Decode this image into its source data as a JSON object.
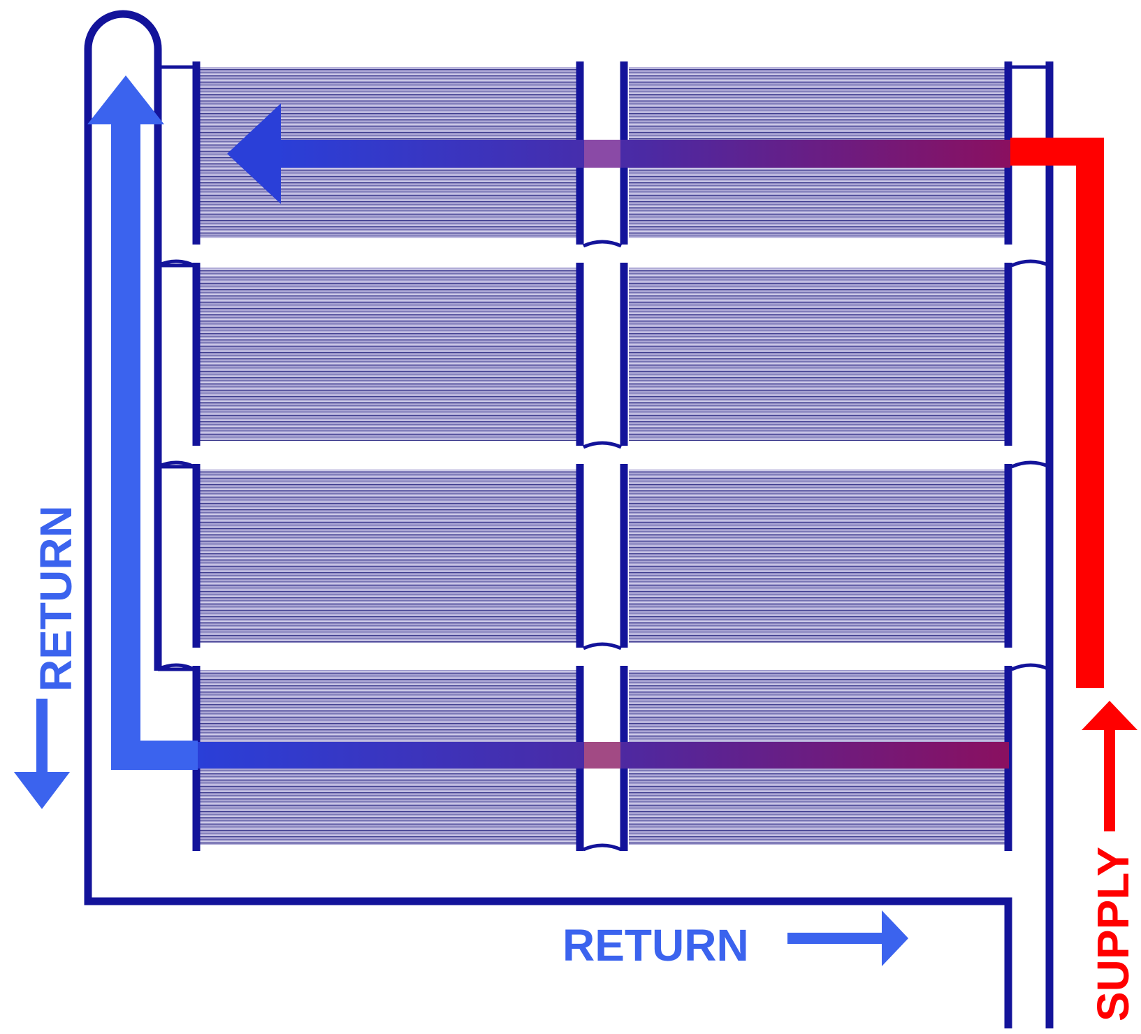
{
  "labels": {
    "return_vertical": "RETURN",
    "return_horizontal": "RETURN",
    "supply": "SUPPLY"
  },
  "colors": {
    "pipe": "#13139a",
    "return_arrow": "#3b63ee",
    "supply": "#ff0000",
    "flow_mid": "#5a2a9a",
    "panel_fill": "#b0acd8",
    "panel_line": "#4a4898"
  },
  "panels": {
    "rows": 4,
    "columns": 2
  }
}
